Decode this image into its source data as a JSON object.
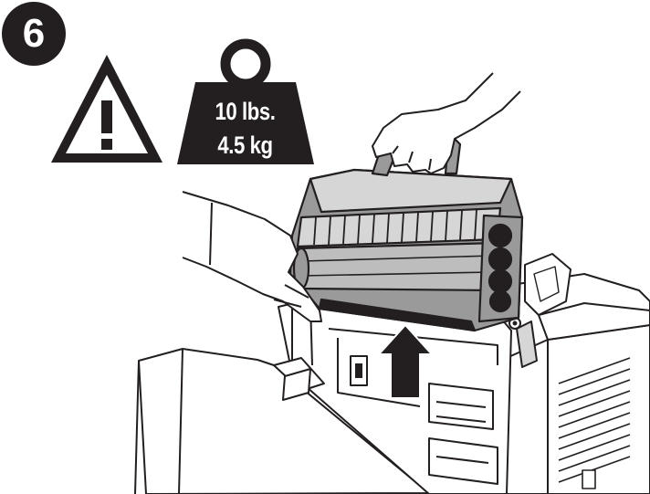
{
  "step": {
    "number": "6"
  },
  "weight_icon": {
    "line1": "10 lbs.",
    "line2": "4.5 kg"
  },
  "icons": [
    "warning-triangle-icon",
    "weight-icon",
    "up-arrow-icon"
  ],
  "colors": {
    "ink": "#231f20",
    "paper": "#ffffff",
    "gray": "#9a9a9a",
    "light_gray": "#d6d6d6"
  }
}
